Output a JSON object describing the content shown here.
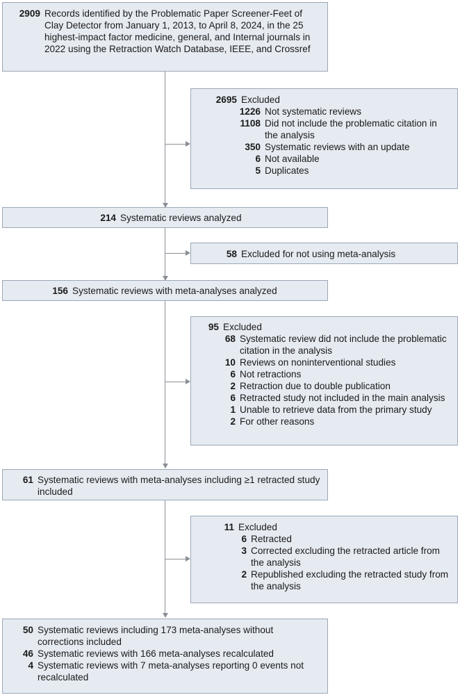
{
  "records": {
    "count": "2909",
    "text": "Records identified by the Problematic Paper Screener-Feet of Clay Detector from January 1, 2013, to April 8, 2024, in the 25 highest-impact factor medicine, general, and Internal journals in 2022 using the Retraction Watch Database, IEEE, and Crossref"
  },
  "excluded1": {
    "count": "2695",
    "label": "Excluded",
    "items": [
      {
        "count": "1226",
        "text": "Not systematic reviews"
      },
      {
        "count": "1108",
        "text": "Did not include the problematic citation in the analysis"
      },
      {
        "count": "350",
        "text": "Systematic reviews with an update"
      },
      {
        "count": "6",
        "text": "Not available"
      },
      {
        "count": "5",
        "text": "Duplicates"
      }
    ]
  },
  "analyzed": {
    "count": "214",
    "text": "Systematic reviews analyzed"
  },
  "excluded2": {
    "count": "58",
    "text": "Excluded for not using meta-analysis"
  },
  "meta": {
    "count": "156",
    "text": "Systematic reviews with meta-analyses analyzed"
  },
  "excluded3": {
    "count": "95",
    "label": "Excluded",
    "items": [
      {
        "count": "68",
        "text": "Systematic review did not include the problematic citation in the analysis"
      },
      {
        "count": "10",
        "text": "Reviews on noninterventional studies"
      },
      {
        "count": "6",
        "text": "Not retractions"
      },
      {
        "count": "2",
        "text": "Retraction due to double publication"
      },
      {
        "count": "6",
        "text": "Retracted study not included in the main analysis"
      },
      {
        "count": "1",
        "text": "Unable to retrieve data from the primary study"
      },
      {
        "count": "2",
        "text": "For other reasons"
      }
    ]
  },
  "retracted": {
    "count": "61",
    "text": "Systematic reviews with meta-analyses including ≥1 retracted study included"
  },
  "excluded4": {
    "count": "11",
    "label": "Excluded",
    "items": [
      {
        "count": "6",
        "text": "Retracted"
      },
      {
        "count": "3",
        "text": "Corrected excluding the retracted article from the analysis"
      },
      {
        "count": "2",
        "text": "Republished excluding the retracted study from the analysis"
      }
    ]
  },
  "final": {
    "items": [
      {
        "count": "50",
        "text": "Systematic reviews including 173 meta-analyses without corrections included"
      },
      {
        "count": "46",
        "text": "Systematic reviews with 166 meta-analyses recalculated"
      },
      {
        "count": "4",
        "text": "Systematic reviews with 7 meta-analyses reporting 0 events not recalculated"
      }
    ]
  }
}
